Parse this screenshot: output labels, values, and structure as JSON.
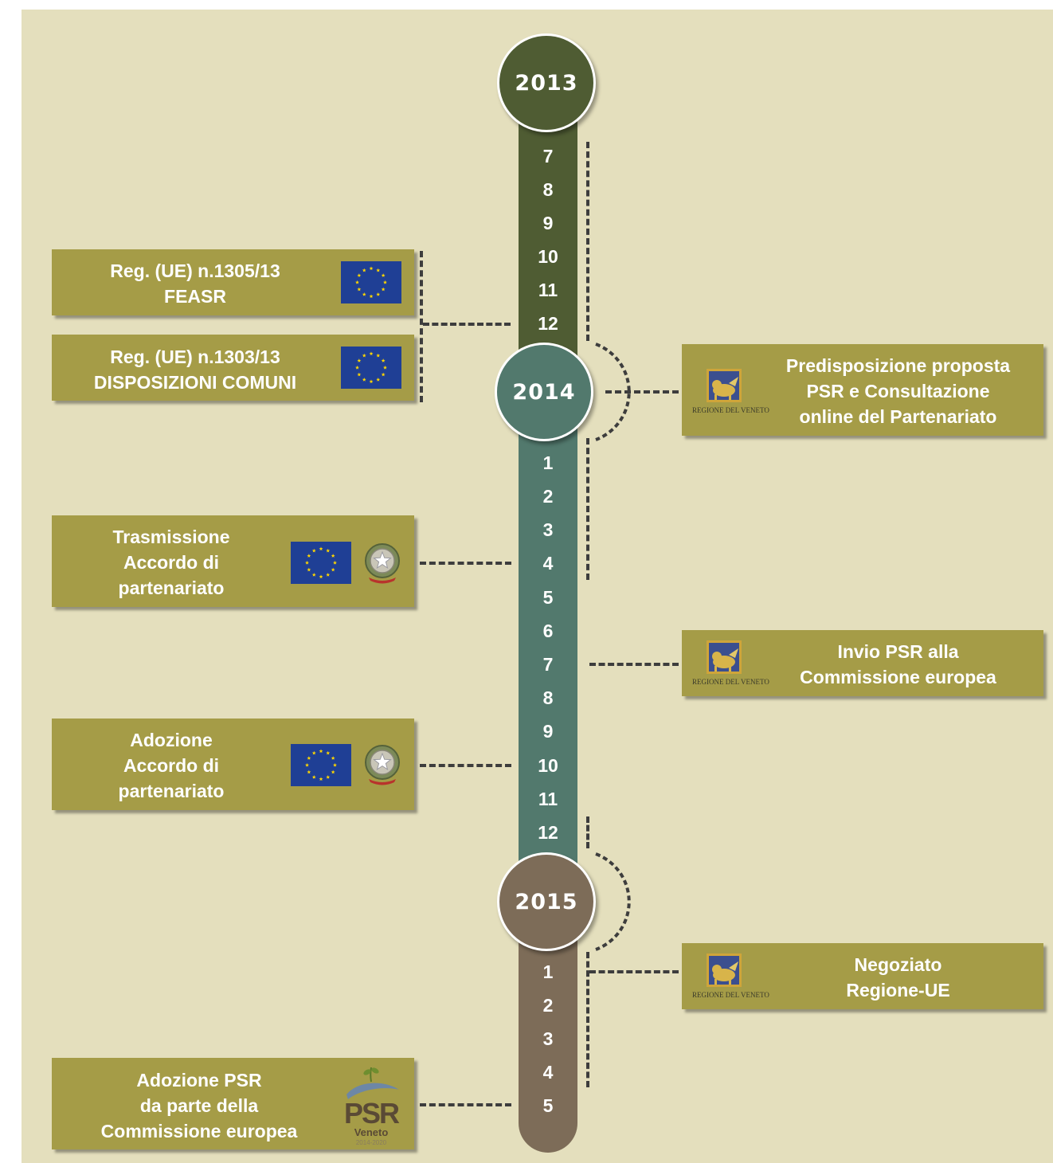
{
  "years": {
    "y2013": "2013",
    "y2014": "2014",
    "y2015": "2015"
  },
  "months": {
    "y2013": [
      "7",
      "8",
      "9",
      "10",
      "11",
      "12"
    ],
    "y2014": [
      "1",
      "2",
      "3",
      "4",
      "5",
      "6",
      "7",
      "8",
      "9",
      "10",
      "11",
      "12"
    ],
    "y2015": [
      "1",
      "2",
      "3",
      "4",
      "5"
    ]
  },
  "boxes": {
    "feasr": {
      "line1": "Reg. (UE) n.1305/13",
      "line2": "FEASR"
    },
    "common": {
      "line1": "Reg. (UE) n.1303/13",
      "line2": "DISPOSIZIONI COMUNI"
    },
    "predisposizione": {
      "line1": "Predisposizione proposta",
      "line2": "PSR e Consultazione",
      "line3": "online del Partenariato"
    },
    "trasmissione": {
      "line1": "Trasmissione",
      "line2": "Accordo  di",
      "line3": "partenariato"
    },
    "invio": {
      "line1": "Invio PSR alla",
      "line2": "Commissione europea"
    },
    "adozione_accordo": {
      "line1": "Adozione",
      "line2": "Accordo di",
      "line3": "partenariato"
    },
    "negoziato": {
      "line1": "Negoziato",
      "line2": "Regione-UE"
    },
    "adozione_psr": {
      "line1": "Adozione PSR",
      "line2": "da parte della",
      "line3": "Commissione europea"
    }
  },
  "logos": {
    "veneto_caption": "REGIONE DEL VENETO",
    "psr_main": "PSR",
    "psr_sub": "Veneto",
    "psr_years": "2014-2020"
  },
  "colors": {
    "background": "#e4dfbd",
    "box": "#a59c47",
    "year_2013": "#4f5c33",
    "year_2014": "#52796d",
    "year_2015": "#7d6c58",
    "eu_blue": "#1f3f95",
    "eu_star": "#ffd700"
  }
}
